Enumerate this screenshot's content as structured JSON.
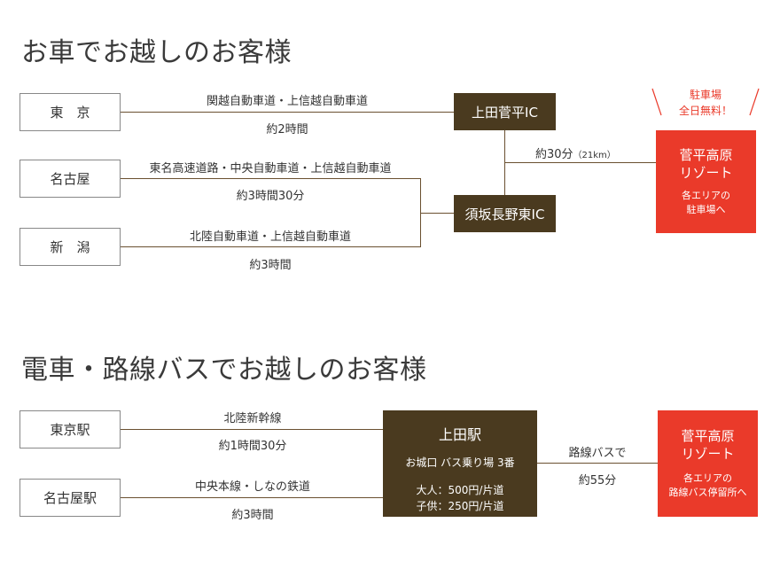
{
  "car": {
    "heading": "お車でお越しのお客様",
    "origins": [
      "東　京",
      "名古屋",
      "新　潟"
    ],
    "routes": [
      {
        "road": "関越自動車道・上信越自動車道",
        "time": "約2時間"
      },
      {
        "road": "東名高速道路・中央自動車道・上信越自動車道",
        "time": "約3時間30分"
      },
      {
        "road": "北陸自動車道・上信越自動車道",
        "time": "約3時間"
      }
    ],
    "ic1": "上田菅平IC",
    "ic2": "須坂長野東IC",
    "to_resort": "約30分",
    "to_resort_km": "（21km）",
    "parking_line1": "駐車場",
    "parking_line2": "全日無料！",
    "resort": {
      "line1": "菅平高原",
      "line2": "リゾート",
      "note1": "各エリアの",
      "note2": "駐車場へ"
    }
  },
  "train": {
    "heading": "電車・路線バスでお越しのお客様",
    "origins": [
      "東京駅",
      "名古屋駅"
    ],
    "routes": [
      {
        "line": "北陸新幹線",
        "time": "約1時間30分"
      },
      {
        "line": "中央本線・しなの鉄道",
        "time": "約3時間"
      }
    ],
    "station": {
      "name": "上田駅",
      "stop": "お城口 バス乗り場 3番",
      "fare_adult": "大人：500円/片道",
      "fare_child": "子供：250円/片道"
    },
    "bus_label": "路線バスで",
    "bus_time": "約55分",
    "resort": {
      "line1": "菅平高原",
      "line2": "リゾート",
      "note1": "各エリアの",
      "note2": "路線バス停留所へ"
    }
  },
  "colors": {
    "dark_box": "#4a3a1f",
    "accent_red": "#ea3a2a",
    "line": "#6a5030"
  }
}
